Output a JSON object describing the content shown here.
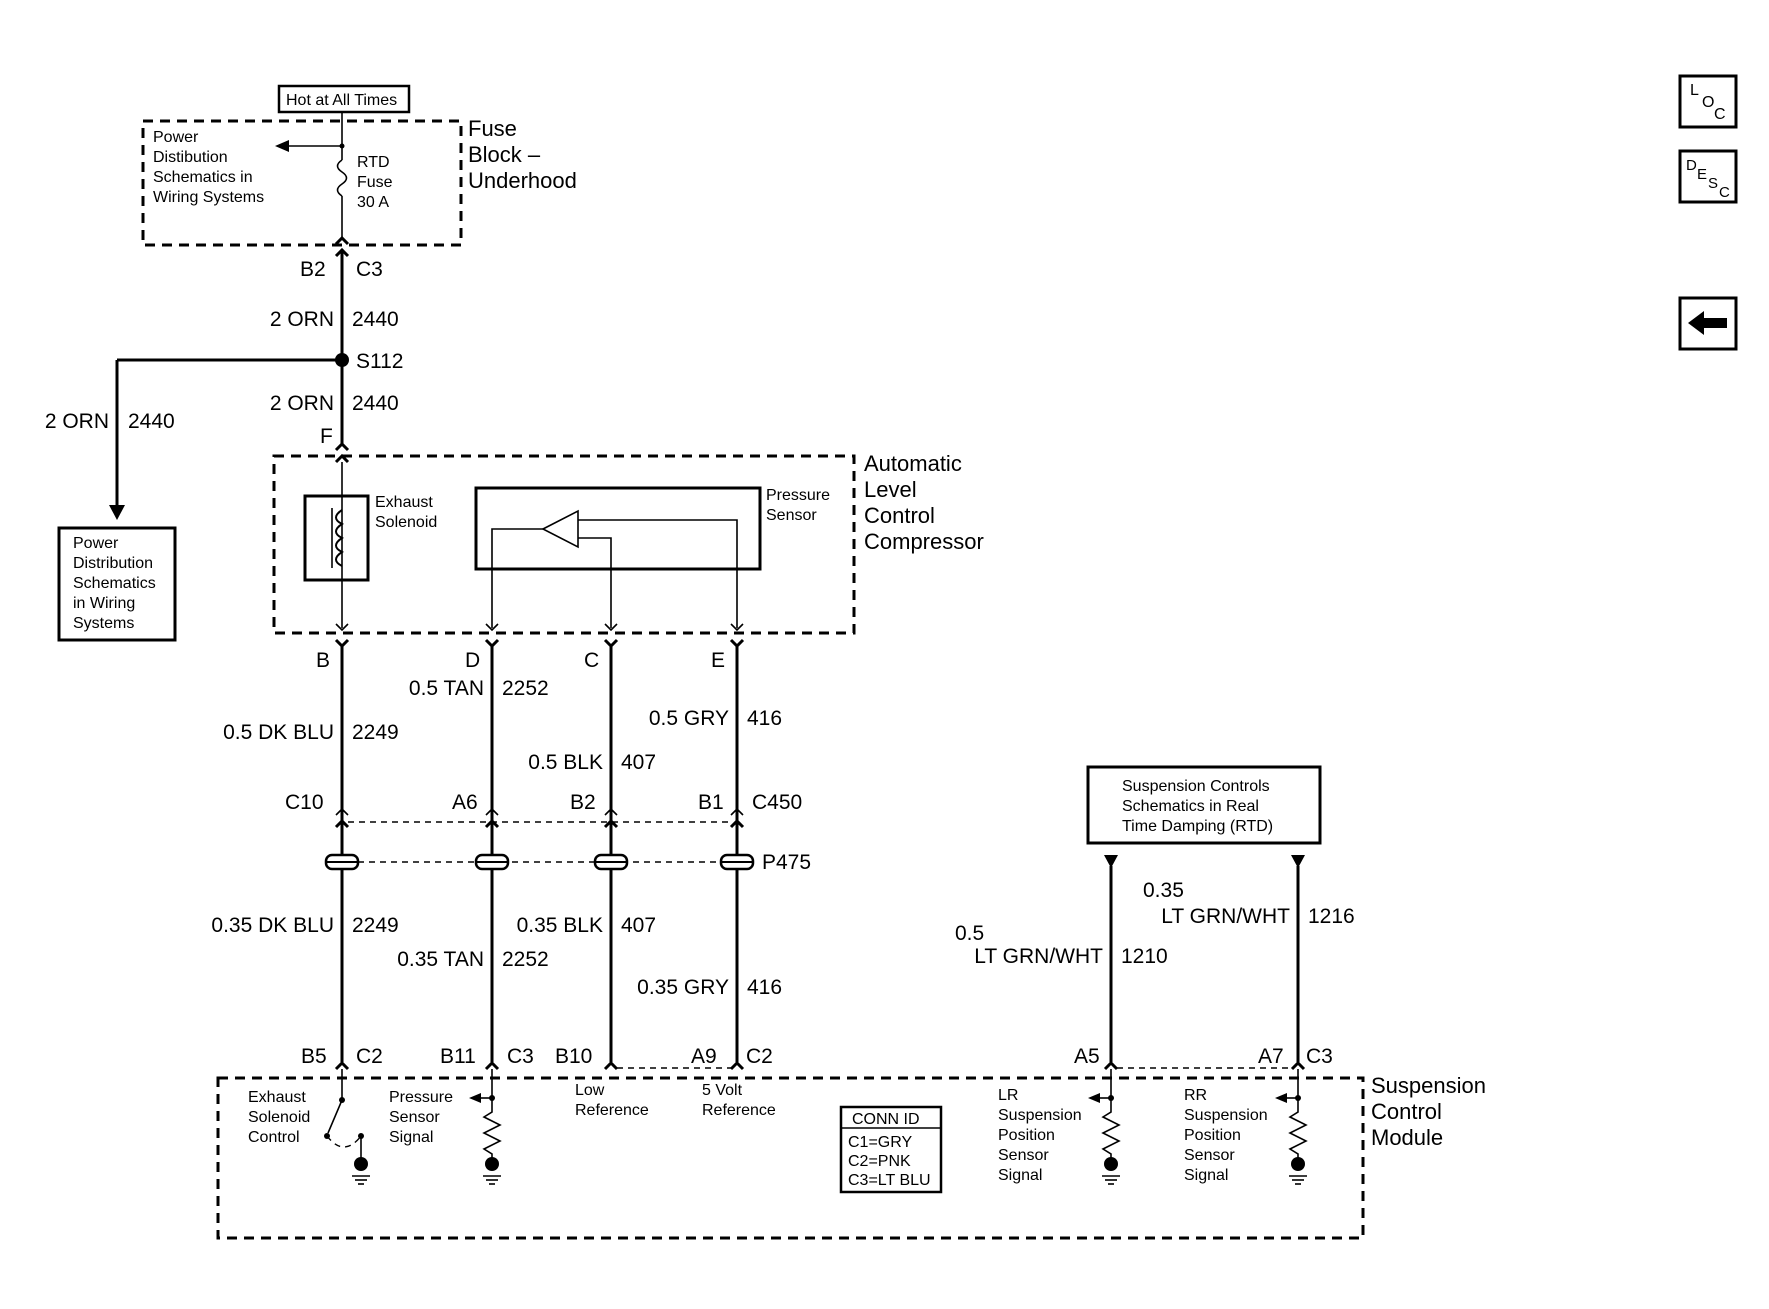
{
  "fuse_block": {
    "hot_label": "Hot at All Times",
    "pd_ref": [
      "Power",
      "Distibution",
      "Schematics in",
      "Wiring Systems"
    ],
    "fuse": [
      "RTD",
      "Fuse",
      "30 A"
    ],
    "name": [
      "Fuse",
      "Block –",
      "Underhood"
    ],
    "pins": [
      "B2",
      "C3"
    ]
  },
  "splice": {
    "wire_top": [
      "2 ORN",
      "2440"
    ],
    "id": "S112",
    "wire_bottom": [
      "2 ORN",
      "2440"
    ],
    "branch_wire": [
      "2 ORN",
      "2440"
    ],
    "branch_ref": [
      "Power",
      "Distribution",
      "Schematics",
      "in Wiring",
      "Systems"
    ]
  },
  "compressor": {
    "name": [
      "Automatic",
      "Level",
      "Control",
      "Compressor"
    ],
    "pin_f": "F",
    "exhaust": [
      "Exhaust",
      "Solenoid"
    ],
    "pressure": [
      "Pressure",
      "Sensor"
    ],
    "pins": [
      "B",
      "D",
      "C",
      "E"
    ]
  },
  "wires_upper": {
    "b": [
      "0.5 DK BLU",
      "2249"
    ],
    "d": [
      "0.5 TAN",
      "2252"
    ],
    "c": [
      "0.5 BLK",
      "407"
    ],
    "e": [
      "0.5 GRY",
      "416"
    ]
  },
  "c450": {
    "pins": [
      "C10",
      "A6",
      "B2",
      "B1"
    ],
    "id": "C450"
  },
  "p475": {
    "id": "P475"
  },
  "wires_lower": {
    "b": [
      "0.35 DK BLU",
      "2249"
    ],
    "d": [
      "0.35 TAN",
      "2252"
    ],
    "c": [
      "0.35 BLK",
      "407"
    ],
    "e": [
      "0.35 GRY",
      "416"
    ]
  },
  "rtd_ref": [
    "Suspension Controls",
    "Schematics in Real",
    "Time Damping (RTD)"
  ],
  "rtd_wires": {
    "left": [
      "0.5",
      "LT GRN/WHT",
      "1210"
    ],
    "right": [
      "0.35",
      "LT GRN/WHT",
      "1216"
    ]
  },
  "module": {
    "name": [
      "Suspension",
      "Control",
      "Module"
    ],
    "pins": {
      "b5": "B5",
      "c2a": "C2",
      "b11": "B11",
      "c3a": "C3",
      "b10": "B10",
      "a9": "A9",
      "c2b": "C2",
      "a5": "A5",
      "a7": "A7",
      "c3b": "C3"
    },
    "exhaust_ctrl": [
      "Exhaust",
      "Solenoid",
      "Control"
    ],
    "pressure_sig": [
      "Pressure",
      "Sensor",
      "Signal"
    ],
    "low_ref": [
      "Low",
      "Reference"
    ],
    "volt_ref": [
      "5 Volt",
      "Reference"
    ],
    "lr": [
      "LR",
      "Suspension",
      "Position",
      "Sensor",
      "Signal"
    ],
    "rr": [
      "RR",
      "Suspension",
      "Position",
      "Sensor",
      "Signal"
    ],
    "conn_id": [
      "CONN ID",
      "C1=GRY",
      "C2=PNK",
      "C3=LT BLU"
    ]
  },
  "nav": {
    "loc": [
      "L",
      "O",
      "C"
    ],
    "desc": [
      "D",
      "E",
      "S",
      "C"
    ],
    "back_icon": "left-arrow-icon"
  }
}
